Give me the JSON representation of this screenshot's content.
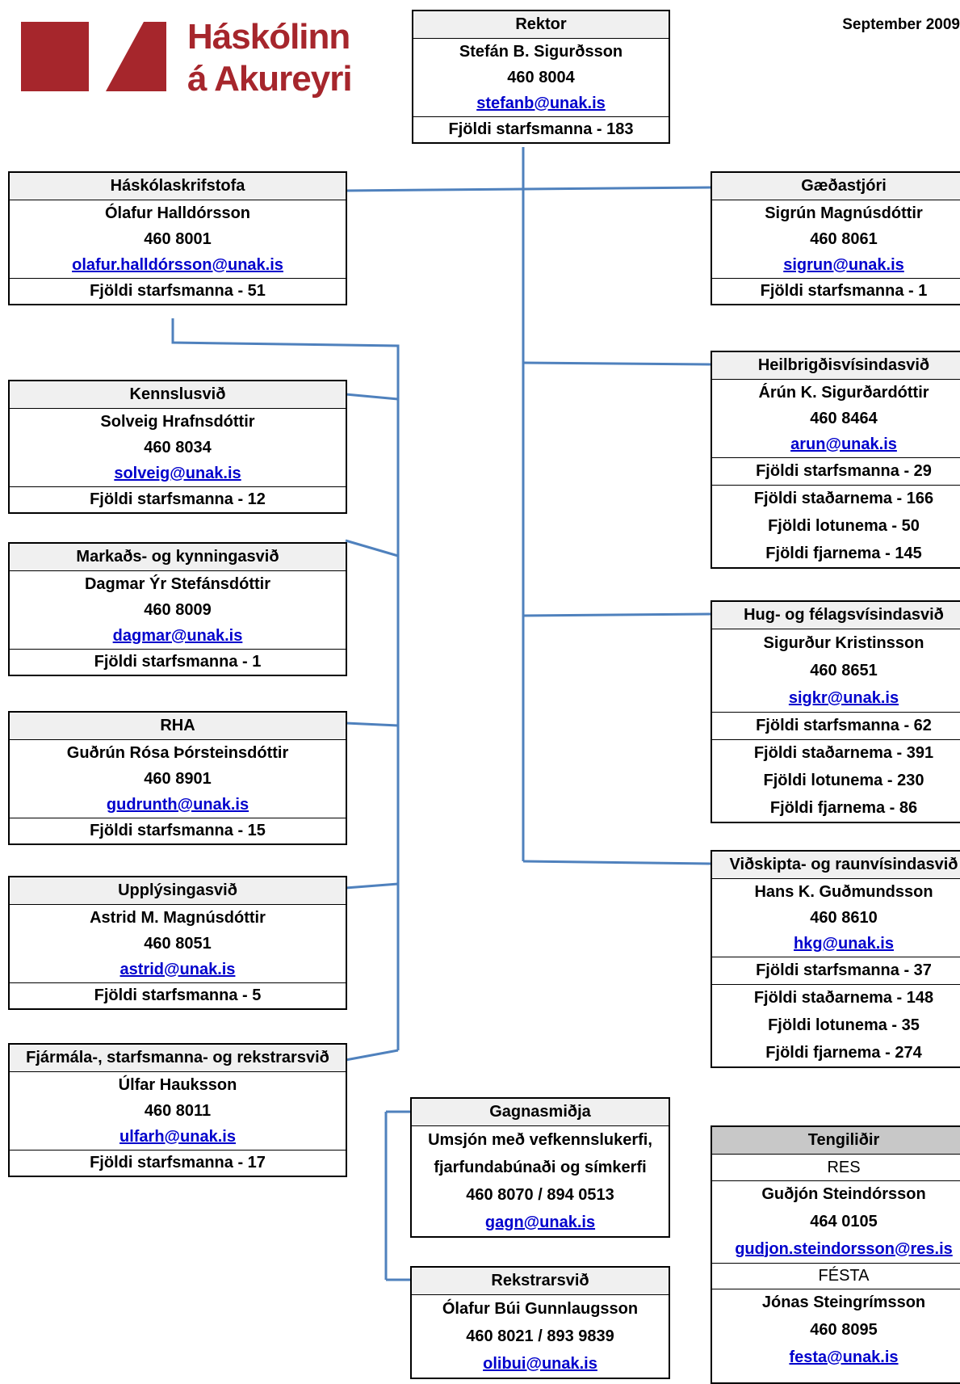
{
  "logo": {
    "line1": "Háskólinn",
    "line2": "á Akureyri",
    "color": "#a6262c"
  },
  "date": "September 2009",
  "link_color": "#0000cc",
  "line_color": "#4f81bd",
  "rektor": {
    "title": "Rektor",
    "name": "Stefán B. Sigurðsson",
    "phone": "460 8004",
    "email": "stefanb@unak.is",
    "staff": "Fjöldi starfsmanna  - 183"
  },
  "haskolaskrifstofa": {
    "title": "Háskólaskrifstofa",
    "name": "Ólafur Halldórsson",
    "phone": "460 8001",
    "email": "olafur.halldórsson@unak.is",
    "staff": "Fjöldi starfsmanna - 51"
  },
  "kennslusvid": {
    "title": "Kennslusvið",
    "name": "Solveig Hrafnsdóttir",
    "phone": "460 8034",
    "email": "solveig@unak.is",
    "staff": "Fjöldi starfsmanna - 12"
  },
  "markadssvid": {
    "title": "Markaðs- og kynningasvið",
    "name": "Dagmar Ýr Stefánsdóttir",
    "phone": "460 8009",
    "email": "dagmar@unak.is",
    "staff": "Fjöldi starfsmanna - 1"
  },
  "rha": {
    "title": "RHA",
    "name": "Guðrún Rósa Þórsteinsdóttir",
    "phone": "460 8901",
    "email": "gudrunth@unak.is",
    "staff": "Fjöldi starfsmanna - 15"
  },
  "upplysingasvid": {
    "title": "Upplýsingasvið",
    "name": "Astrid M. Magnúsdóttir",
    "phone": "460 8051",
    "email": "astrid@unak.is",
    "staff": "Fjöldi starfsmanna - 5"
  },
  "fjarmalasvid": {
    "title": "Fjármála-, starfsmanna- og rekstrarsvið",
    "name": "Úlfar Hauksson",
    "phone": "460 8011",
    "email": "ulfarh@unak.is",
    "staff": "Fjöldi starfsmanna - 17"
  },
  "gaedastjori": {
    "title": "Gæðastjóri",
    "name": "Sigrún Magnúsdóttir",
    "phone": "460 8061",
    "email": "sigrun@unak.is",
    "staff": "Fjöldi starfsmanna - 1"
  },
  "heilbrigdis": {
    "title": "Heilbrigðisvísindasvið",
    "name": "Árún K. Sigurðardóttir",
    "phone": "460 8464",
    "email": "arun@unak.is",
    "staff": "Fjöldi starfsmanna - 29",
    "stadarnema": "Fjöldi staðarnema - 166",
    "lotunema": "Fjöldi lotunema - 50",
    "fjarnema": "Fjöldi fjarnema - 145"
  },
  "hugfelags": {
    "title": "Hug- og félagsvísindasvið",
    "name": "Sigurður Kristinsson",
    "phone": "460 8651",
    "email": "sigkr@unak.is",
    "staff": "Fjöldi starfsmanna - 62",
    "stadarnema": "Fjöldi staðarnema - 391",
    "lotunema": "Fjöldi lotunema - 230",
    "fjarnema": "Fjöldi fjarnema - 86"
  },
  "vidskipta": {
    "title": "Viðskipta- og raunvísindasvið",
    "name": "Hans K. Guðmundsson",
    "phone": "460 8610",
    "email": "hkg@unak.is",
    "staff": "Fjöldi starfsmanna - 37",
    "stadarnema": "Fjöldi staðarnema - 148",
    "lotunema": "Fjöldi lotunema - 35",
    "fjarnema": "Fjöldi fjarnema - 274"
  },
  "gagnasmidja": {
    "title": "Gagnasmiðja",
    "line1": "Umsjón með vefkennslukerfi,",
    "line2": "fjarfundabúnaði og símkerfi",
    "phone": "460 8070 / 894 0513",
    "email": "gagn@unak.is"
  },
  "rekstrarsvid": {
    "title": "Rekstrarsvið",
    "name": "Ólafur Búi Gunnlaugsson",
    "phone": "460 8021 / 893 9839",
    "email": "olibui@unak.is"
  },
  "tengilidir": {
    "title": "Tengiliðir",
    "res_label": "RES",
    "res_name": "Guðjón Steindórsson",
    "res_phone": "464 0105",
    "res_email": "gudjon.steindorsson@res.is",
    "festa_label": "FÉSTA",
    "festa_name": "Jónas Steingrímsson",
    "festa_phone": "460 8095",
    "festa_email": "festa@unak.is"
  }
}
